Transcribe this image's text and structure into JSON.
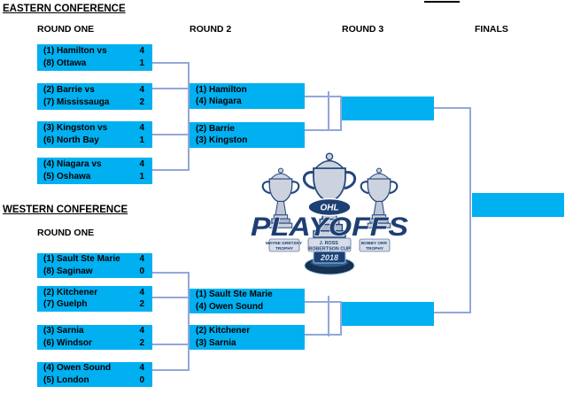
{
  "headers": {
    "eastern_conference": "EASTERN CONFERENCE",
    "western_conference": "WESTERN CONFERENCE",
    "round_one_east": "ROUND ONE",
    "round_one_west": "ROUND ONE",
    "round_two": "ROUND 2",
    "round_three": "ROUND 3",
    "finals": "FINALS"
  },
  "colors": {
    "matchup_fill": "#00b0f0",
    "connector_line": "#92a7da",
    "text": "#000000",
    "logo_navy": "#1e3f73",
    "logo_silver": "#ccd3df"
  },
  "eastern": {
    "round_one": [
      {
        "top": "(1) Hamilton vs",
        "top_score": "4",
        "bottom": "(8) Ottawa",
        "bottom_score": "1"
      },
      {
        "top": "(2) Barrie vs",
        "top_score": "4",
        "bottom": "(7) Mississauga",
        "bottom_score": "2"
      },
      {
        "top": "(3) Kingston vs",
        "top_score": "4",
        "bottom": "(6) North Bay",
        "bottom_score": "1"
      },
      {
        "top": "(4) Niagara vs",
        "top_score": "4",
        "bottom": "(5) Oshawa",
        "bottom_score": "1"
      }
    ],
    "round_two": [
      {
        "top": "(1) Hamilton",
        "bottom": "(4) Niagara"
      },
      {
        "top": "(2) Barrie",
        "bottom": "(3) Kingston"
      }
    ]
  },
  "western": {
    "round_one": [
      {
        "top": "(1) Sault Ste Marie",
        "top_score": "4",
        "bottom": "(8) Saginaw",
        "bottom_score": "0"
      },
      {
        "top": "(2) Kitchener",
        "top_score": "4",
        "bottom": "(7) Guelph",
        "bottom_score": "2"
      },
      {
        "top": "(3) Sarnia",
        "top_score": "4",
        "bottom": "(6) Windsor",
        "bottom_score": "2"
      },
      {
        "top": "(4) Owen Sound",
        "top_score": "4",
        "bottom": "(5) London",
        "bottom_score": "0"
      }
    ],
    "round_two": [
      {
        "top": "(1) Sault Ste Marie",
        "bottom": "(4) Owen Sound"
      },
      {
        "top": "(2) Kitchener",
        "bottom": "(3) Sarnia"
      }
    ]
  },
  "logo": {
    "league": "OHL",
    "title": "PLAYOFFS",
    "year": "2018",
    "left_trophy_line1": "WAYNE GRETZKY",
    "left_trophy_line2": "TROPHY",
    "center_trophy_line1": "J. ROSS",
    "center_trophy_line2": "ROBERTSON CUP",
    "right_trophy_line1": "BOBBY ORR",
    "right_trophy_line2": "TROPHY"
  }
}
